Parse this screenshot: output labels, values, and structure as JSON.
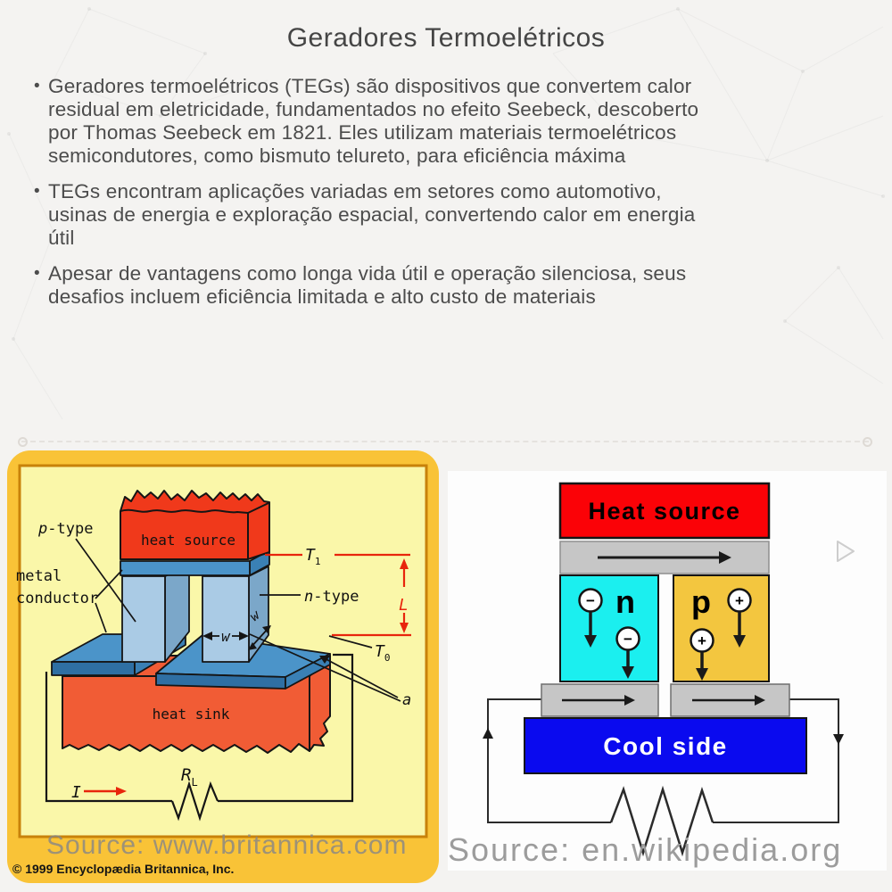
{
  "slide": {
    "title": "Geradores Termoelétricos",
    "bullets": [
      "Geradores termoelétricos (TEGs) são dispositivos que convertem calor\nresidual em eletricidade, fundamentados no efeito Seebeck, descoberto\npor Thomas Seebeck em 1821. Eles utilizam materiais termoelétricos\nsemicondutores, como bismuto telureto, para eficiência máxima",
      "TEGs encontram aplicações variadas em setores como automotivo,\nusinas de energia e exploração espacial, convertendo calor em energia\nútil",
      "Apesar de vantagens como longa vida útil e operação silenciosa, seus\ndesafios incluem eficiência limitada e alto custo de materiais"
    ],
    "bullet_marker": "•"
  },
  "left_figure": {
    "labels": {
      "p_var": "p",
      "p_rest": "-type",
      "metal_line1": "metal",
      "metal_line2": "conductor",
      "heat_source": "heat source",
      "n_var": "n",
      "n_rest": "-type",
      "t1_var": "T",
      "t1_sub": "1",
      "t0_var": "T",
      "t0_sub": "0",
      "length_var": "L",
      "width_var": "w",
      "area_var": "a",
      "heat_sink": "heat sink",
      "r_var": "R",
      "r_sub": "L",
      "current_var": "I"
    },
    "watermark": "Source: www.britannica.com",
    "copyright": "© 1999 Encyclopædia Britannica, Inc.",
    "colors": {
      "frame": "#f9c337",
      "panel": "#faf7a9",
      "frame_border": "#c8820a",
      "heat_source": "#f0391b",
      "heat_sink": "#f15c35",
      "metal_top": "#4b94c9",
      "metal_front": "#2f6fa3",
      "metal_side": "#3a80b5",
      "semiconductor": "#aacbe5",
      "semiconductor_side": "#7ba7c9",
      "dimension_red": "#e8250c"
    }
  },
  "right_figure": {
    "heat_source": "Heat source",
    "n_label": "n",
    "p_label": "p",
    "minus": "−",
    "plus": "+",
    "cool_side": "Cool side",
    "source": "Source: en.wikipedia.org",
    "colors": {
      "heat": "#fb0207",
      "conductor": "#c6c6c6",
      "n_block": "#1befef",
      "p_block": "#f3c63f",
      "cool": "#0a0aef"
    }
  },
  "icons": {
    "play": "▷"
  }
}
